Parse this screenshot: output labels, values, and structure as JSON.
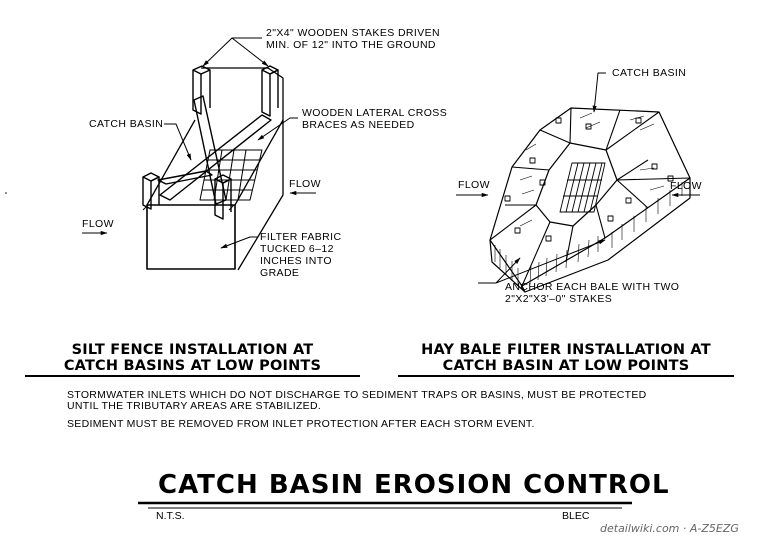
{
  "left_detail": {
    "labels": {
      "stakes": "2\"X4\" WOODEN STAKES DRIVEN\nMIN. OF 12\" INTO THE GROUND",
      "catch_basin": "CATCH BASIN",
      "braces": "WOODEN LATERAL CROSS\nBRACES AS NEEDED",
      "flow_right": "FLOW",
      "flow_left": "FLOW",
      "fabric": "FILTER FABRIC\nTUCKED 6–12\nINCHES INTO\nGRADE"
    },
    "title": "SILT FENCE INSTALLATION AT\nCATCH BASINS AT LOW POINTS"
  },
  "right_detail": {
    "labels": {
      "catch_basin": "CATCH BASIN",
      "flow_left": "FLOW",
      "flow_right": "FLOW",
      "anchor": "ANCHOR EACH BALE WITH TWO\n2\"X2\"X3'–0\" STAKES"
    },
    "title": "HAY BALE FILTER INSTALLATION AT\nCATCH BASIN AT LOW POINTS"
  },
  "notes": [
    "STORMWATER INLETS WHICH DO NOT DISCHARGE TO SEDIMENT TRAPS OR BASINS, MUST BE PROTECTED\nUNTIL THE TRIBUTARY AREAS ARE STABILIZED.",
    "SEDIMENT MUST BE REMOVED FROM INLET PROTECTION AFTER EACH STORM EVENT."
  ],
  "main_title": "CATCH BASIN EROSION CONTROL",
  "scale": "N.T.S.",
  "code_fragment": "BLEC",
  "watermark": "detailwiki.com · A-Z5EZG"
}
